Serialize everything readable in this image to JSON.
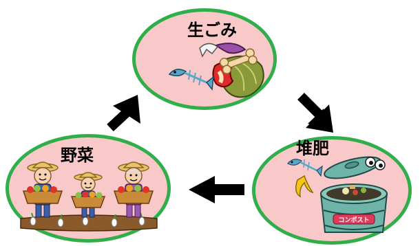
{
  "nodes": {
    "top": {
      "label": "生ごみ"
    },
    "right": {
      "label": "堆肥",
      "bin_text": "コンポスト"
    },
    "left": {
      "label": "野菜"
    }
  },
  "colors": {
    "circle_fill": "#f9c9c9",
    "circle_border": "#2fae4a",
    "arrow": "#000000"
  },
  "icons": {
    "top": "food-waste-illustration",
    "right": "compost-bin-illustration",
    "left": "farmers-with-vegetables-illustration"
  }
}
